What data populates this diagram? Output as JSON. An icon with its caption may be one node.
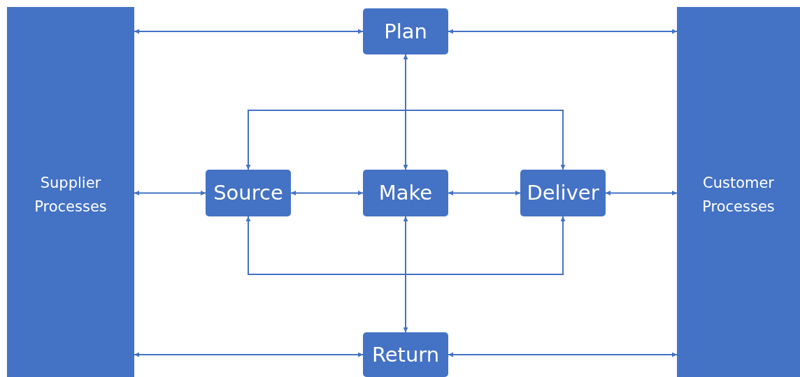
{
  "diagram": {
    "nodes": [
      {
        "text": [
          "Supplier Processes"
        ]
      },
      {
        "text": [
          "Plan"
        ]
      },
      {
        "text": [
          "Customer Processes"
        ]
      },
      {
        "text": [
          "Source"
        ]
      },
      {
        "text": [
          "Make"
        ]
      },
      {
        "text": [
          "Deliver"
        ]
      },
      {
        "text": [
          "Return"
        ]
      }
    ],
    "edges": [
      {
        "from": 0,
        "to": 1,
        "arrow": "both"
      },
      {
        "from": 1,
        "to": 2,
        "arrow": "both"
      },
      {
        "from": 1,
        "to": 4,
        "arrow": "both"
      },
      {
        "from": 3,
        "to": 5,
        "arrow": "both"
      },
      {
        "from": 0,
        "to": 3,
        "arrow": "both"
      },
      {
        "from": 3,
        "to": 4,
        "arrow": "both"
      },
      {
        "from": 4,
        "to": 5,
        "arrow": "both"
      },
      {
        "from": 5,
        "to": 2,
        "arrow": "both"
      },
      {
        "from": 3,
        "to": 5,
        "arrow": "both"
      },
      {
        "from": 4,
        "to": 6,
        "arrow": "both"
      },
      {
        "from": 0,
        "to": 6,
        "arrow": "both"
      },
      {
        "from": 6,
        "to": 2,
        "arrow": "both"
      }
    ]
  }
}
